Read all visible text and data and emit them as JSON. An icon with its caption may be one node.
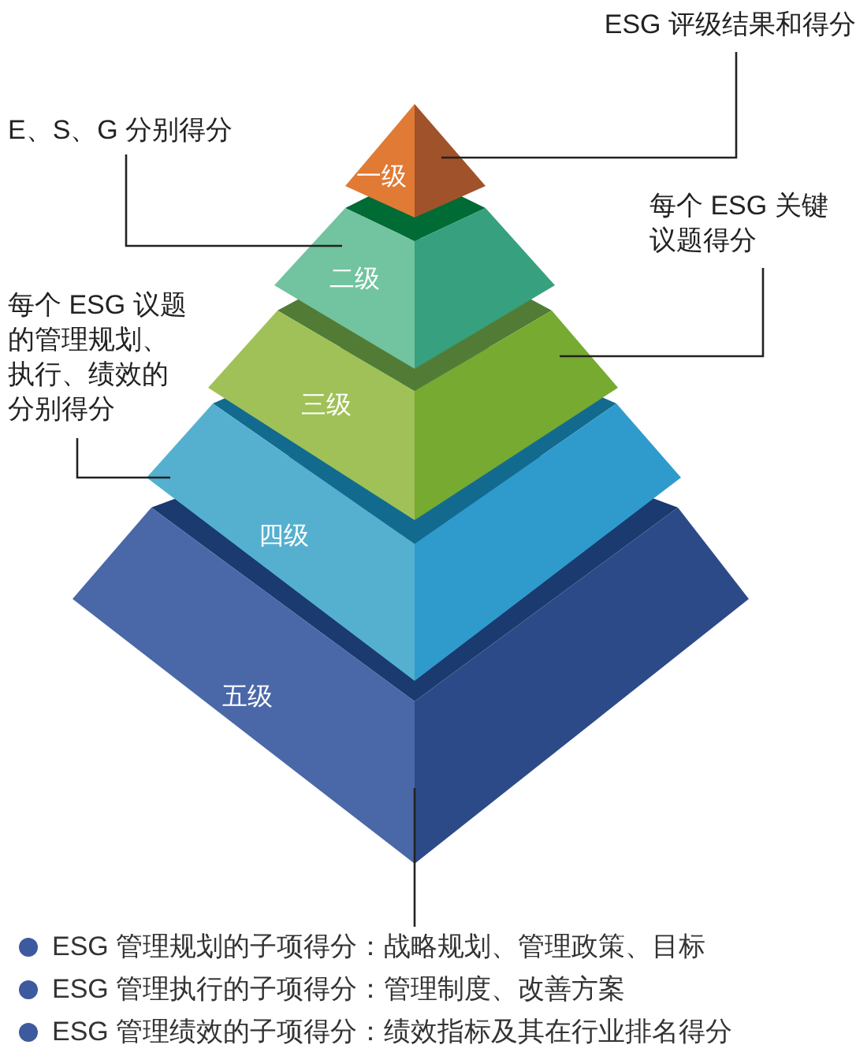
{
  "diagram": {
    "nodes": [
      {
        "text": [
          "一级"
        ]
      },
      {
        "text": [
          "二级"
        ]
      },
      {
        "text": [
          "三级"
        ]
      },
      {
        "text": [
          "四级"
        ]
      },
      {
        "text": [
          "五级"
        ]
      },
      {
        "text": [
          "ESG 评级结果和得分"
        ]
      },
      {
        "text": [
          "E、S、G 分别得分"
        ]
      },
      {
        "text": [
          "每个 ESG 关键议题得分"
        ]
      },
      {
        "text": [
          "每个 ESG 议题的管理规划、执行、绩效的分别得分"
        ]
      },
      {
        "text": [
          "ESG 管理规划的子项得分：战略规划、管理政策、目标",
          "ESG 管理执行的子项得分：管理制度、改善方案",
          "ESG 管理绩效的子项得分：绩效指标及其在行业排名得分"
        ]
      }
    ],
    "edges": [
      {
        "from": 5,
        "to": 0,
        "arrow": "none"
      },
      {
        "from": 6,
        "to": 1,
        "arrow": "none"
      },
      {
        "from": 7,
        "to": 2,
        "arrow": "none"
      },
      {
        "from": 8,
        "to": 3,
        "arrow": "none"
      },
      {
        "from": 4,
        "to": 9,
        "arrow": "none"
      }
    ]
  }
}
